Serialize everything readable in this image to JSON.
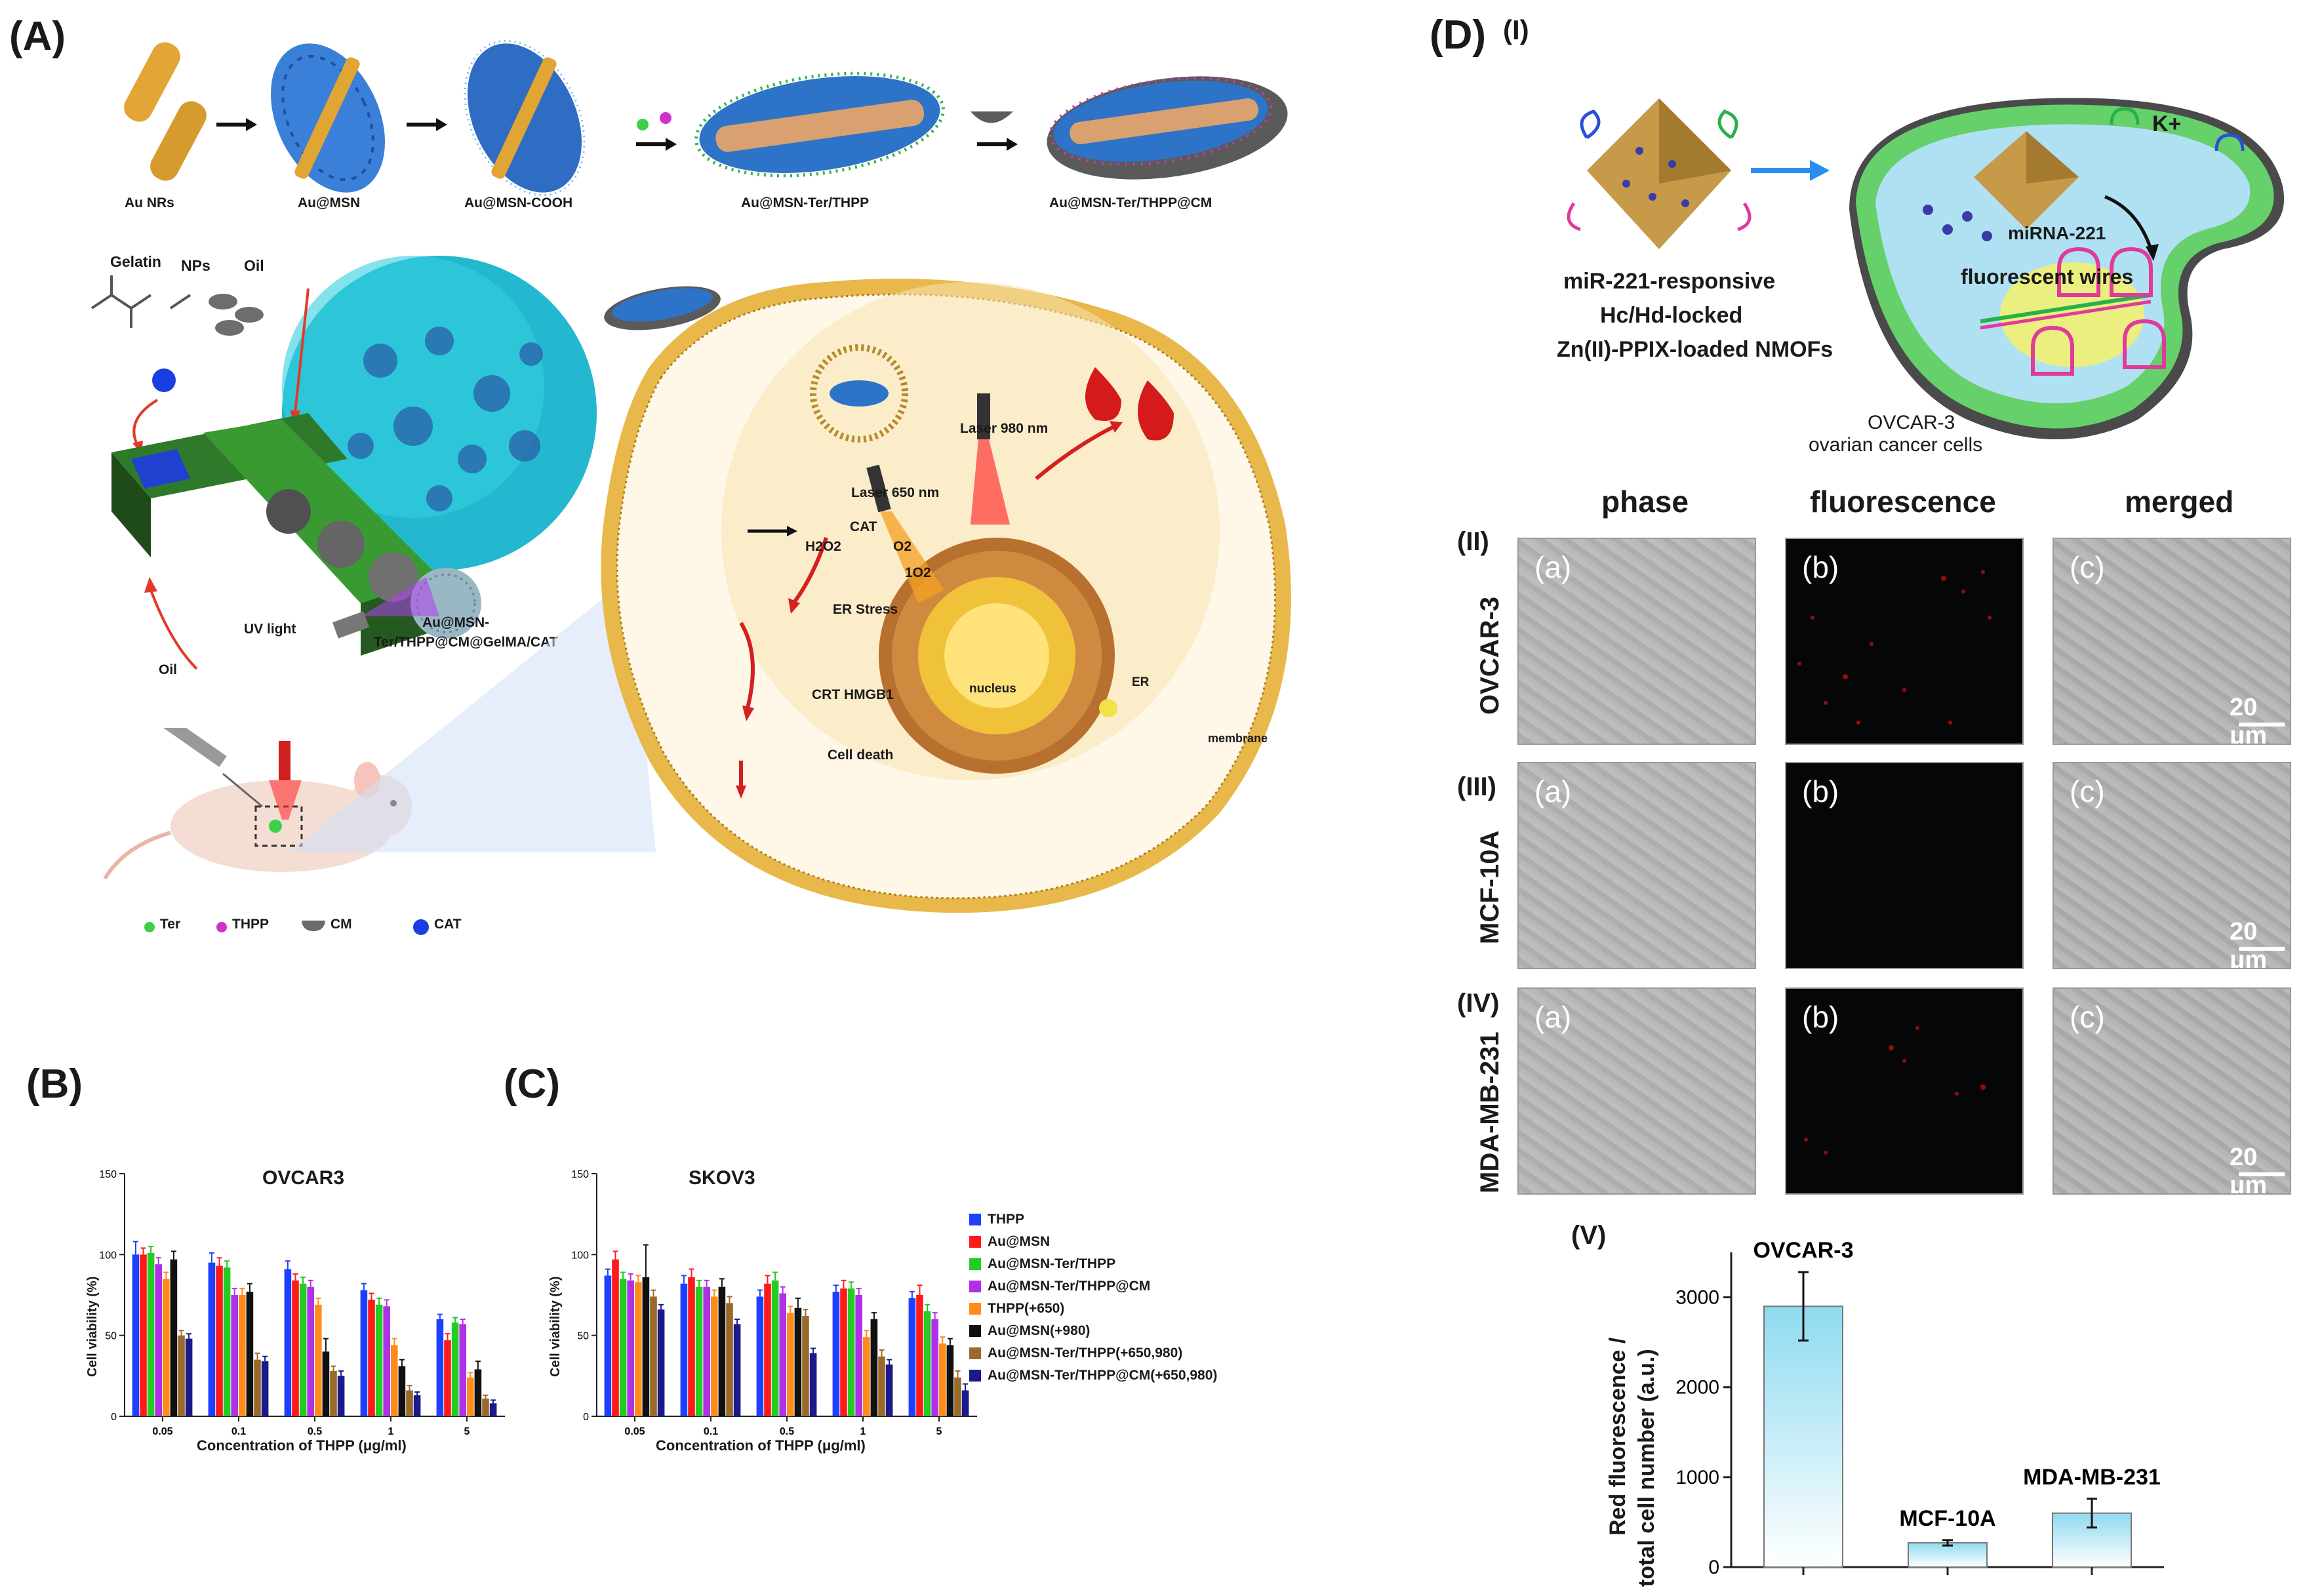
{
  "panel_A": {
    "letter": "(A)",
    "steps": [
      "Au NRs",
      "Au@MSN",
      "Au@MSN-COOH",
      "Au@MSN-Ter/THPP",
      "Au@MSN-Ter/THPP@CM"
    ],
    "fab_labels": {
      "gelatin": "Gelatin",
      "nps": "NPs",
      "oil_top": "Oil",
      "oil_bottom": "Oil",
      "uv": "UV light",
      "product_line1": "Au@MSN-",
      "product_line2": "Ter/THPP@CM@GelMA/CAT"
    },
    "cell_labels": {
      "laser980": "Laser 980 nm",
      "laser650": "Laser 650 nm",
      "cat": "CAT",
      "h2o2": "H2O2",
      "o2": "O2",
      "singlet_o2": "1O2",
      "er_stress": "ER Stress",
      "crt": "CRT HMGB1",
      "death": "Cell death",
      "nucleus": "nucleus",
      "er": "ER",
      "membrane": "membrane"
    },
    "legend": [
      {
        "label": "Ter",
        "color": "#3fd04a"
      },
      {
        "label": "THPP",
        "color": "#cc33cc"
      },
      {
        "label": "CM",
        "color": "#6b6b6b"
      },
      {
        "label": "CAT",
        "color": "#1a3fe0"
      }
    ]
  },
  "panel_D": {
    "letter": "(D)",
    "roman": [
      "(I)",
      "(II)",
      "(III)",
      "(IV)",
      "(V)"
    ],
    "scheme": {
      "line1": "miR-221-responsive",
      "line2": "Hc/Hd-locked",
      "line3": "Zn(II)-PPIX-loaded NMOFs",
      "k_ion": "K+",
      "mirna": "miRNA-221",
      "wires": "fluorescent wires",
      "cell_line1": "OVCAR-3",
      "cell_line2": "ovarian cancer cells"
    },
    "column_headers": [
      "phase",
      "fluorescence",
      "merged"
    ],
    "subpanels": [
      "(a)",
      "(b)",
      "(c)"
    ],
    "rows": [
      "OVCAR-3",
      "MCF-10A",
      "MDA-MB-231"
    ],
    "scale": "20 μm"
  },
  "colors": {
    "THPP": "#1f3fff",
    "Au@MSN": "#ff1a1a",
    "Au@MSN-Ter/THPP": "#22cc22",
    "Au@MSN-Ter/THPP@CM": "#b030e8",
    "THPP(+650)": "#ff8c1a",
    "Au@MSN(+980)": "#111111",
    "Au@MSN-Ter/THPP(+650,980)": "#9a6a2a",
    "Au@MSN-Ter/THPP@CM(+650,980)": "#1a1a8a"
  },
  "chart_data": [
    {
      "id": "B",
      "letter": "(B)",
      "type": "bar",
      "title": "OVCAR3",
      "xlabel": "Concentration of THPP (μg/ml)",
      "ylabel": "Cell viability (%)",
      "ylim": [
        0,
        150
      ],
      "yticks": [
        0,
        50,
        100,
        150
      ],
      "categories": [
        "0.05",
        "0.1",
        "0.5",
        "1",
        "5"
      ],
      "series": [
        {
          "name": "THPP",
          "values": [
            100,
            95,
            91,
            78,
            60
          ]
        },
        {
          "name": "Au@MSN",
          "values": [
            100,
            93,
            84,
            72,
            47
          ]
        },
        {
          "name": "Au@MSN-Ter/THPP",
          "values": [
            101,
            92,
            82,
            69,
            58
          ]
        },
        {
          "name": "Au@MSN-Ter/THPP@CM",
          "values": [
            94,
            75,
            80,
            68,
            57
          ]
        },
        {
          "name": "THPP(+650)",
          "values": [
            85,
            75,
            69,
            44,
            24
          ]
        },
        {
          "name": "Au@MSN(+980)",
          "values": [
            97,
            77,
            40,
            31,
            29
          ]
        },
        {
          "name": "Au@MSN-Ter/THPP(+650,980)",
          "values": [
            50,
            35,
            28,
            16,
            11
          ]
        },
        {
          "name": "Au@MSN-Ter/THPP@CM(+650,980)",
          "values": [
            48,
            34,
            25,
            13,
            8
          ]
        }
      ],
      "errors": [
        [
          8,
          6,
          5,
          4,
          3
        ],
        [
          4,
          5,
          4,
          4,
          4
        ],
        [
          4,
          4,
          4,
          4,
          3
        ],
        [
          4,
          4,
          4,
          4,
          3
        ],
        [
          4,
          4,
          4,
          4,
          3
        ],
        [
          5,
          5,
          8,
          4,
          5
        ],
        [
          3,
          4,
          3,
          3,
          2
        ],
        [
          3,
          3,
          3,
          2,
          2
        ]
      ]
    },
    {
      "id": "C",
      "letter": "(C)",
      "type": "bar",
      "title": "SKOV3",
      "xlabel": "Concentration of THPP (μg/ml)",
      "ylabel": "Cell viability (%)",
      "ylim": [
        0,
        150
      ],
      "yticks": [
        0,
        50,
        100,
        150
      ],
      "categories": [
        "0.05",
        "0.1",
        "0.5",
        "1",
        "5"
      ],
      "series": [
        {
          "name": "THPP",
          "values": [
            87,
            82,
            74,
            77,
            73
          ]
        },
        {
          "name": "Au@MSN",
          "values": [
            97,
            86,
            82,
            79,
            75
          ]
        },
        {
          "name": "Au@MSN-Ter/THPP",
          "values": [
            85,
            80,
            84,
            79,
            65
          ]
        },
        {
          "name": "Au@MSN-Ter/THPP@CM",
          "values": [
            84,
            80,
            76,
            75,
            60
          ]
        },
        {
          "name": "THPP(+650)",
          "values": [
            83,
            74,
            64,
            49,
            45
          ]
        },
        {
          "name": "Au@MSN(+980)",
          "values": [
            86,
            80,
            67,
            60,
            44
          ]
        },
        {
          "name": "Au@MSN-Ter/THPP(+650,980)",
          "values": [
            74,
            70,
            62,
            37,
            24
          ]
        },
        {
          "name": "Au@MSN-Ter/THPP@CM(+650,980)",
          "values": [
            66,
            57,
            39,
            32,
            16
          ]
        }
      ],
      "errors": [
        [
          4,
          5,
          4,
          4,
          4
        ],
        [
          5,
          5,
          5,
          5,
          6
        ],
        [
          4,
          4,
          5,
          4,
          4
        ],
        [
          4,
          4,
          4,
          4,
          4
        ],
        [
          4,
          4,
          4,
          4,
          4
        ],
        [
          20,
          5,
          6,
          4,
          4
        ],
        [
          4,
          4,
          4,
          4,
          4
        ],
        [
          3,
          3,
          3,
          3,
          4
        ]
      ],
      "legend": [
        "THPP",
        "Au@MSN",
        "Au@MSN-Ter/THPP",
        "Au@MSN-Ter/THPP@CM",
        "THPP(+650)",
        "Au@MSN(+980)",
        "Au@MSN-Ter/THPP(+650,980)",
        "Au@MSN-Ter/THPP@CM(+650,980)"
      ]
    },
    {
      "id": "V",
      "type": "bar",
      "categories": [
        "OVCAR-3",
        "MCF-10A",
        "MDA-MB-231"
      ],
      "values": [
        2900,
        270,
        600
      ],
      "errors": [
        380,
        30,
        160
      ],
      "ylabel_line1": "Red fluorescence /",
      "ylabel_line2": "total cell number (a.u.)",
      "ylim": [
        0,
        3500
      ],
      "yticks": [
        0,
        1000,
        2000,
        3000
      ]
    }
  ]
}
